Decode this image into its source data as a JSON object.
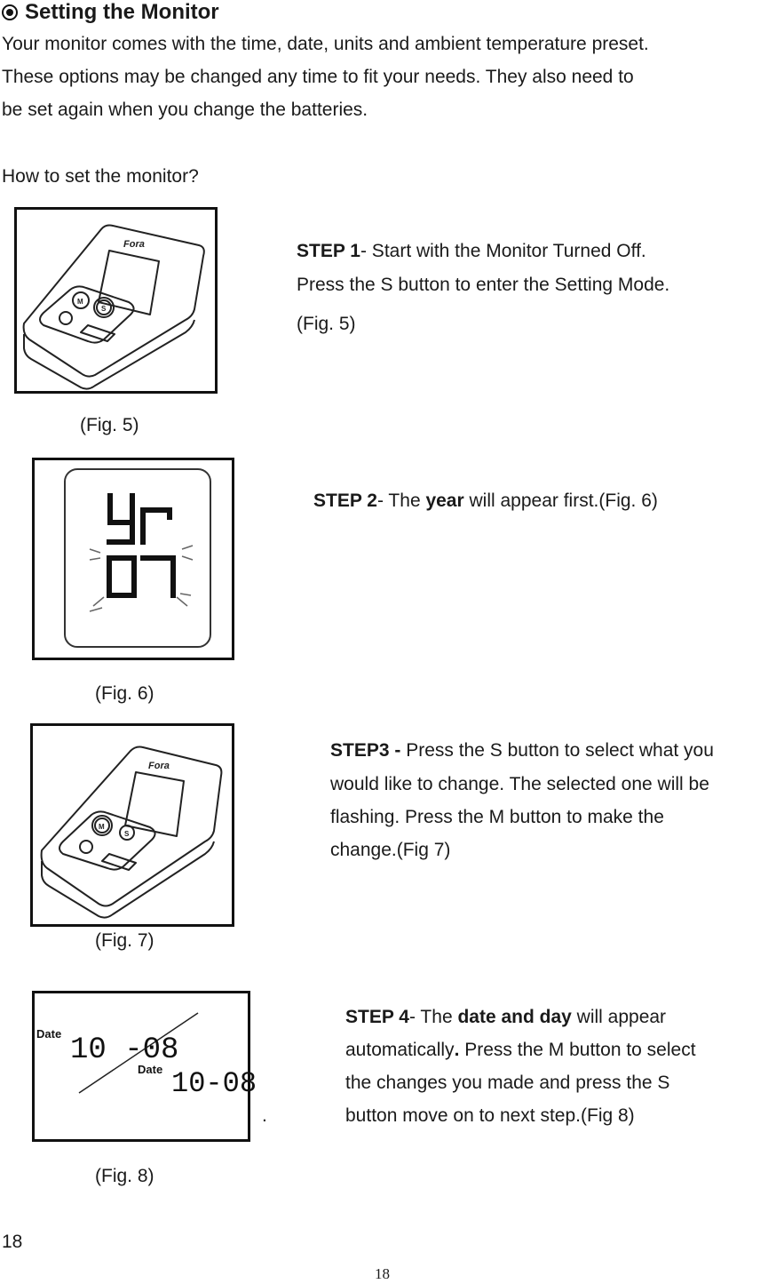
{
  "section": {
    "title": "Setting the Monitor",
    "intro_lines": [
      "Your monitor comes with the time, date, units and ambient temperature preset.",
      "These options may be changed any time to fit your needs. They also need to",
      "be set again when you change the batteries."
    ],
    "question": "How to set the monitor?"
  },
  "figures": {
    "fig5": {
      "caption": "(Fig. 5)",
      "brand": "Fora",
      "button_m": "M",
      "button_s": "S"
    },
    "fig6": {
      "caption": "(Fig. 6)",
      "lcd_top": "Yr",
      "lcd_bottom": "07"
    },
    "fig7": {
      "caption": "(Fig. 7)",
      "brand": "Fora",
      "button_m": "M",
      "button_s": "S"
    },
    "fig8": {
      "caption": "(Fig. 8)",
      "left_label": "Date",
      "left_value": "10 -08",
      "right_label": "Date",
      "right_value": "10-08"
    }
  },
  "steps": {
    "step1": {
      "label": "STEP 1",
      "line1": "- Start with the Monitor Turned Off.",
      "line2": "Press the S button to enter the Setting Mode.",
      "line3": "(Fig. 5)"
    },
    "step2": {
      "label": "STEP 2",
      "pre": "- The ",
      "bold": "year",
      "post": " will appear first.(Fig. 6)"
    },
    "step3": {
      "label": "STEP3 - ",
      "line1": "Press the S button to select what you",
      "line2": "would like to change. The selected one will be",
      "line3": "flashing. Press the M button to make the",
      "line4": "change.(Fig 7)"
    },
    "step4": {
      "label": "STEP 4",
      "pre": "- The ",
      "bold": "date and day",
      "post": " will appear",
      "line2_pre": "automatically",
      "line2_bold": ".",
      "line2_post": " Press the M button to select",
      "line3": "the changes you made and press the S",
      "line4": "button move on to next step.(Fig 8)",
      "stray_dot": "."
    }
  },
  "footer": {
    "page_left": "18",
    "page_center": "18"
  }
}
